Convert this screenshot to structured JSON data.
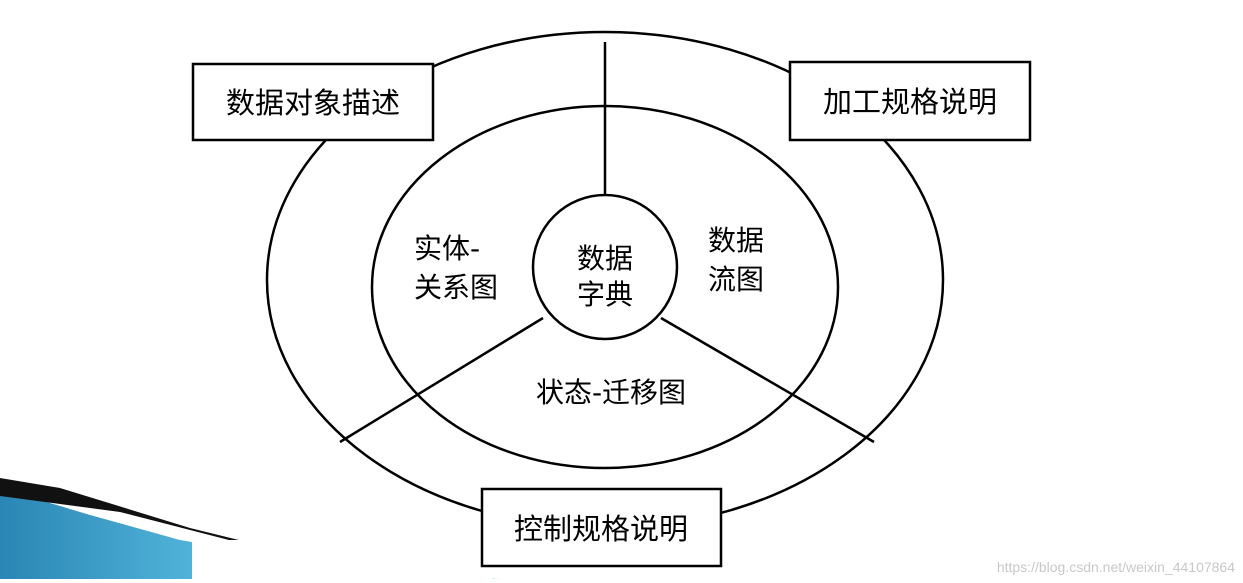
{
  "diagram": {
    "center": {
      "line1": "数据",
      "line2": "字典"
    },
    "regions": {
      "left": {
        "line1": "实体-",
        "line2": "关系图"
      },
      "right": {
        "line1": "数据",
        "line2": "流图"
      },
      "bottom": {
        "label": "状态-迁移图"
      }
    },
    "boxes": {
      "top_left": "数据对象描述",
      "top_right": "加工规格说明",
      "bottom": "控制规格说明"
    }
  },
  "watermark": "https://blog.csdn.net/weixin_44107864",
  "colors": {
    "stroke": "#000000",
    "background": "#ffffff",
    "slide_accent_dark": "#1e6f96",
    "slide_accent_light": "#4fb3dc"
  }
}
